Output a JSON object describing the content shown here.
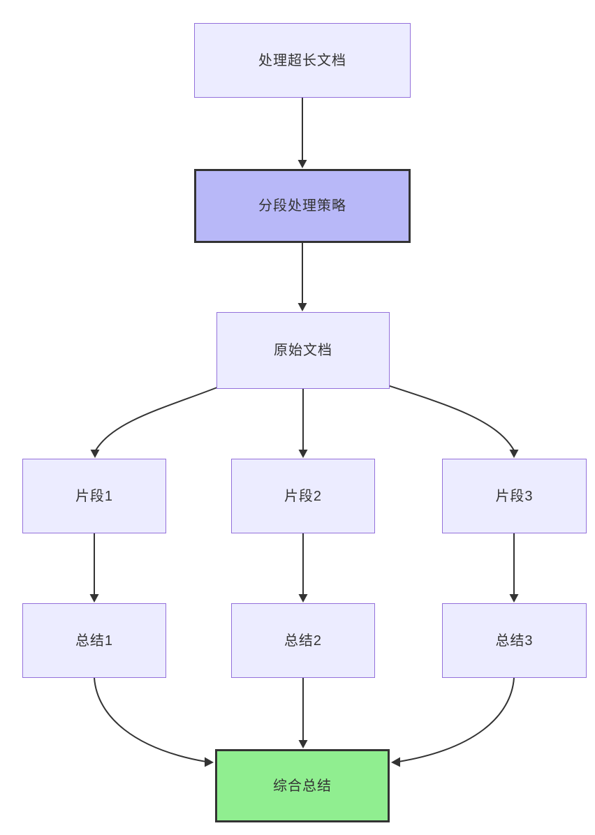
{
  "diagram": {
    "type": "flowchart",
    "direction": "top-down",
    "nodes": [
      {
        "id": "A",
        "label": "处理超长文档",
        "style": "default"
      },
      {
        "id": "B",
        "label": "分段处理策略",
        "style": "highlight"
      },
      {
        "id": "C",
        "label": "原始文档",
        "style": "default"
      },
      {
        "id": "D",
        "label": "片段1",
        "style": "default"
      },
      {
        "id": "E",
        "label": "片段2",
        "style": "default"
      },
      {
        "id": "F",
        "label": "片段3",
        "style": "default"
      },
      {
        "id": "G",
        "label": "总结1",
        "style": "default"
      },
      {
        "id": "H",
        "label": "总结2",
        "style": "default"
      },
      {
        "id": "I",
        "label": "总结3",
        "style": "default"
      },
      {
        "id": "J",
        "label": "综合总结",
        "style": "success"
      }
    ],
    "edges": [
      {
        "from": "处理超长文档",
        "to": "分段处理策略"
      },
      {
        "from": "分段处理策略",
        "to": "原始文档"
      },
      {
        "from": "原始文档",
        "to": "片段1"
      },
      {
        "from": "原始文档",
        "to": "片段2"
      },
      {
        "from": "原始文档",
        "to": "片段3"
      },
      {
        "from": "片段1",
        "to": "总结1"
      },
      {
        "from": "片段2",
        "to": "总结2"
      },
      {
        "from": "片段3",
        "to": "总结3"
      },
      {
        "from": "总结1",
        "to": "综合总结"
      },
      {
        "from": "总结2",
        "to": "综合总结"
      },
      {
        "from": "总结3",
        "to": "综合总结"
      }
    ],
    "colors": {
      "node_fill": "#ECECFF",
      "node_border": "#9370DB",
      "highlight_fill": "#B8B8F8",
      "success_fill": "#90EE90",
      "dark_border": "#333333",
      "edge_stroke": "#333333",
      "text": "#333333",
      "background": "#FFFFFF"
    }
  }
}
